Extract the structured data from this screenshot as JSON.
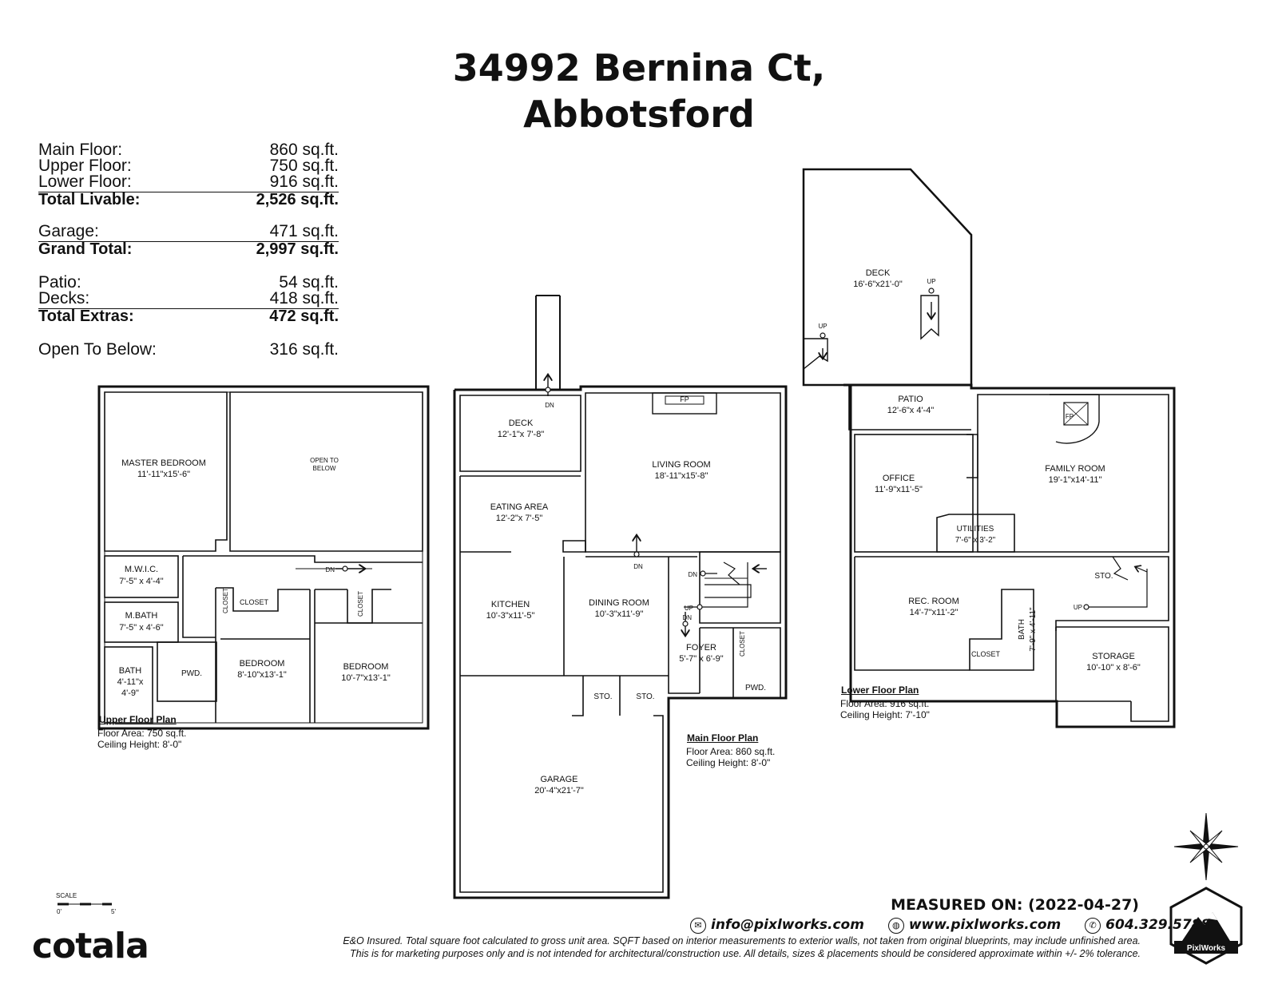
{
  "title": {
    "line1": "34992 Bernina Ct,",
    "line2": "Abbotsford"
  },
  "stats": {
    "main_floor": {
      "label": "Main Floor:",
      "value": "860 sq.ft."
    },
    "upper_floor": {
      "label": "Upper Floor:",
      "value": "750 sq.ft."
    },
    "lower_floor": {
      "label": "Lower Floor:",
      "value": "916 sq.ft."
    },
    "total_livable": {
      "label": "Total Livable:",
      "value": "2,526 sq.ft."
    },
    "garage": {
      "label": "Garage:",
      "value": "471 sq.ft."
    },
    "grand_total": {
      "label": "Grand Total:",
      "value": "2,997 sq.ft."
    },
    "patio": {
      "label": "Patio:",
      "value": "54 sq.ft."
    },
    "decks": {
      "label": "Decks:",
      "value": "418 sq.ft."
    },
    "total_extras": {
      "label": "Total Extras:",
      "value": "472 sq.ft."
    },
    "open_to_below": {
      "label": "Open To Below:",
      "value": "316 sq.ft."
    }
  },
  "upper_plan": {
    "title": "Upper Floor Plan",
    "area": "Floor Area: 750 sq.ft.",
    "ceiling": "Ceiling Height: 8'-0\"",
    "master_bedroom": {
      "name": "MASTER BEDROOM",
      "dims": "11'-11\"x15'-6\""
    },
    "open_to_below": {
      "line1": "OPEN TO",
      "line2": "BELOW"
    },
    "mwic": {
      "name": "M.W.I.C.",
      "dims": "7'-5\" x 4'-4\""
    },
    "mbath": {
      "name": "M.BATH",
      "dims": "7'-5\" x 4'-6\""
    },
    "bath": {
      "name": "BATH",
      "dims1": "4'-11\"x",
      "dims2": "4'-9\""
    },
    "pwd": "PWD.",
    "bedroom1": {
      "name": "BEDROOM",
      "dims": "8'-10\"x13'-1\""
    },
    "bedroom2": {
      "name": "BEDROOM",
      "dims": "10'-7\"x13'-1\""
    },
    "closet": "CLOSET",
    "dn": "DN"
  },
  "main_plan": {
    "title": "Main Floor Plan",
    "area": "Floor Area: 860 sq.ft.",
    "ceiling": "Ceiling Height: 8'-0\"",
    "deck": {
      "name": "DECK",
      "dims": "12'-1\"x 7'-8\""
    },
    "living_room": {
      "name": "LIVING ROOM",
      "dims": "18'-11\"x15'-8\""
    },
    "fp": "FP",
    "eating_area": {
      "name": "EATING AREA",
      "dims": "12'-2\"x 7'-5\""
    },
    "kitchen": {
      "name": "KITCHEN",
      "dims": "10'-3\"x11'-5\""
    },
    "dining_room": {
      "name": "DINING ROOM",
      "dims": "10'-3\"x11'-9\""
    },
    "foyer": {
      "name": "FOYER",
      "dims": "5'-7\" x 6'-9\""
    },
    "closet": "CLOSET",
    "pwd": "PWD.",
    "sto": "STO.",
    "garage": {
      "name": "GARAGE",
      "dims": "20'-4\"x21'-7\""
    },
    "dn": "DN",
    "up": "UP"
  },
  "lower_plan": {
    "title": "Lower Floor Plan",
    "area": "Floor Area: 916 sq.ft.",
    "ceiling": "Ceiling Height: 7'-10\"",
    "deck": {
      "name": "DECK",
      "dims": "16'-6\"x21'-0\""
    },
    "patio": {
      "name": "PATIO",
      "dims": "12'-6\"x 4'-4\""
    },
    "office": {
      "name": "OFFICE",
      "dims": "11'-9\"x11'-5\""
    },
    "family_room": {
      "name": "FAMILY ROOM",
      "dims": "19'-1\"x14'-11\""
    },
    "utilities": {
      "name": "UTILITIES",
      "dims": "7'-6\" x 3'-2\""
    },
    "rec_room": {
      "name": "REC. ROOM",
      "dims": "14'-7\"x11'-2\""
    },
    "bath": {
      "name": "BATH",
      "dims": "7'-9\" x 4'-11\""
    },
    "closet": "CLOSET",
    "storage": {
      "name": "STORAGE",
      "dims": "10'-10\" x 8'-6\""
    },
    "sto": "STO.",
    "fp": "FP",
    "up": "UP"
  },
  "scale": {
    "label": "SCALE",
    "start": "0'",
    "end": "5'"
  },
  "north": "N",
  "measured": "MEASURED ON: (2022-04-27)",
  "contacts": {
    "email": "info@pixlworks.com",
    "web": "www.pixlworks.com",
    "phone": "604.329.5788"
  },
  "disclaimer": {
    "line1": "E&O Insured.  Total square foot calculated to gross unit area. SQFT based on interior measurements to exterior walls, not taken from original blueprints, may include unfinished area.",
    "line2": "This is for marketing purposes only and is not intended for architectural/construction use.  All details, sizes & placements should be considered approximate within +/- 2%  tolerance."
  },
  "brand": "cotala",
  "logo_text": "PixlWorks"
}
